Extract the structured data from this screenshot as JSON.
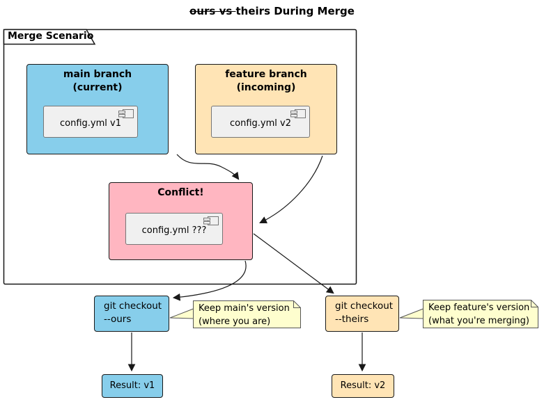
{
  "title": {
    "struck": "ours vs ",
    "rest": "theirs During Merge"
  },
  "frame": {
    "label": "Merge Scenario"
  },
  "nodes": {
    "main_branch": {
      "line1": "main branch",
      "line2": "(current)",
      "component": "config.yml v1"
    },
    "feature_branch": {
      "line1": "feature branch",
      "line2": "(incoming)",
      "component": "config.yml v2"
    },
    "conflict": {
      "title": "Conflict!",
      "component": "config.yml ???"
    },
    "ours_cmd": {
      "line1": "git checkout",
      "line2": "--ours"
    },
    "theirs_cmd": {
      "line1": "git checkout",
      "line2": "--theirs"
    },
    "result_v1": {
      "label": "Result: v1"
    },
    "result_v2": {
      "label": "Result: v2"
    }
  },
  "notes": {
    "ours": {
      "line1": "Keep main's version",
      "line2": "(where you are)"
    },
    "theirs": {
      "line1": "Keep feature's version",
      "line2": "(what you're merging)"
    }
  },
  "colors": {
    "blue": "#87CEEB",
    "orange": "#FFE4B5",
    "pink": "#FFB6C1",
    "note": "#FEFECE",
    "component": "#F0F0F0",
    "border": "#181818"
  }
}
